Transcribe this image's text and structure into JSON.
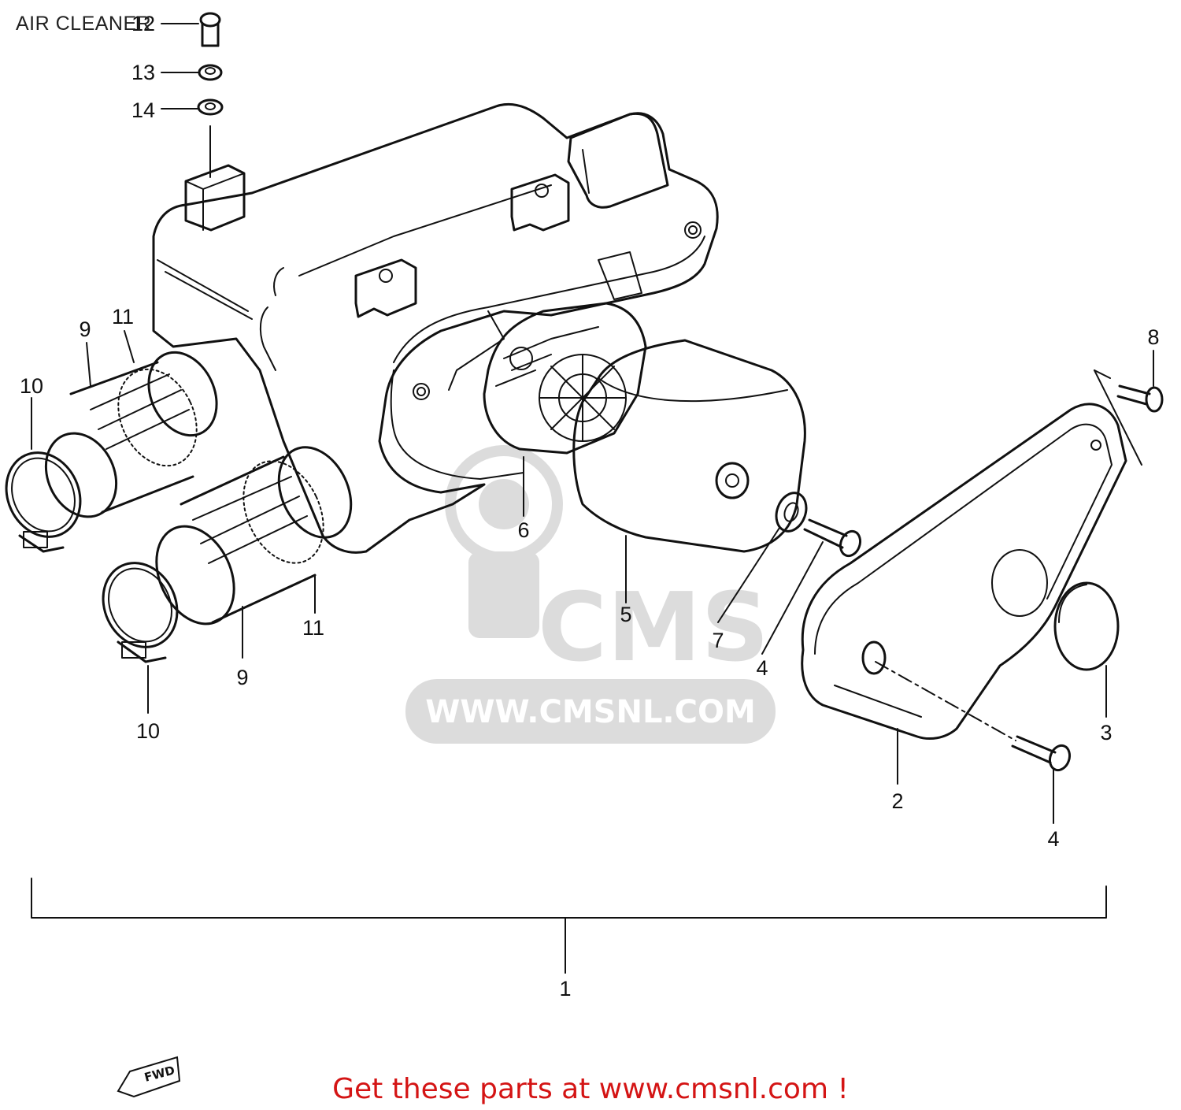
{
  "title": "AIR CLEANER",
  "footer": "Get these parts at www.cmsnl.com !",
  "watermark": {
    "logo": "CMS",
    "url": "WWW.CMSNL.COM"
  },
  "forward_badge": "FWD",
  "callouts": [
    {
      "id": "c12",
      "text": "12"
    },
    {
      "id": "c13",
      "text": "13"
    },
    {
      "id": "c14",
      "text": "14"
    },
    {
      "id": "c11a",
      "text": "11"
    },
    {
      "id": "c9a",
      "text": "9"
    },
    {
      "id": "c10a",
      "text": "10"
    },
    {
      "id": "c8",
      "text": "8"
    },
    {
      "id": "c6",
      "text": "6"
    },
    {
      "id": "c5",
      "text": "5"
    },
    {
      "id": "c7",
      "text": "7"
    },
    {
      "id": "c4a",
      "text": "4"
    },
    {
      "id": "c11b",
      "text": "11"
    },
    {
      "id": "c9b",
      "text": "9"
    },
    {
      "id": "c10b",
      "text": "10"
    },
    {
      "id": "c3",
      "text": "3"
    },
    {
      "id": "c2",
      "text": "2"
    },
    {
      "id": "c4b",
      "text": "4"
    },
    {
      "id": "c1",
      "text": "1"
    }
  ],
  "colors": {
    "line": "#111111",
    "footer": "#d41414",
    "watermark": "#d9d9d9"
  }
}
